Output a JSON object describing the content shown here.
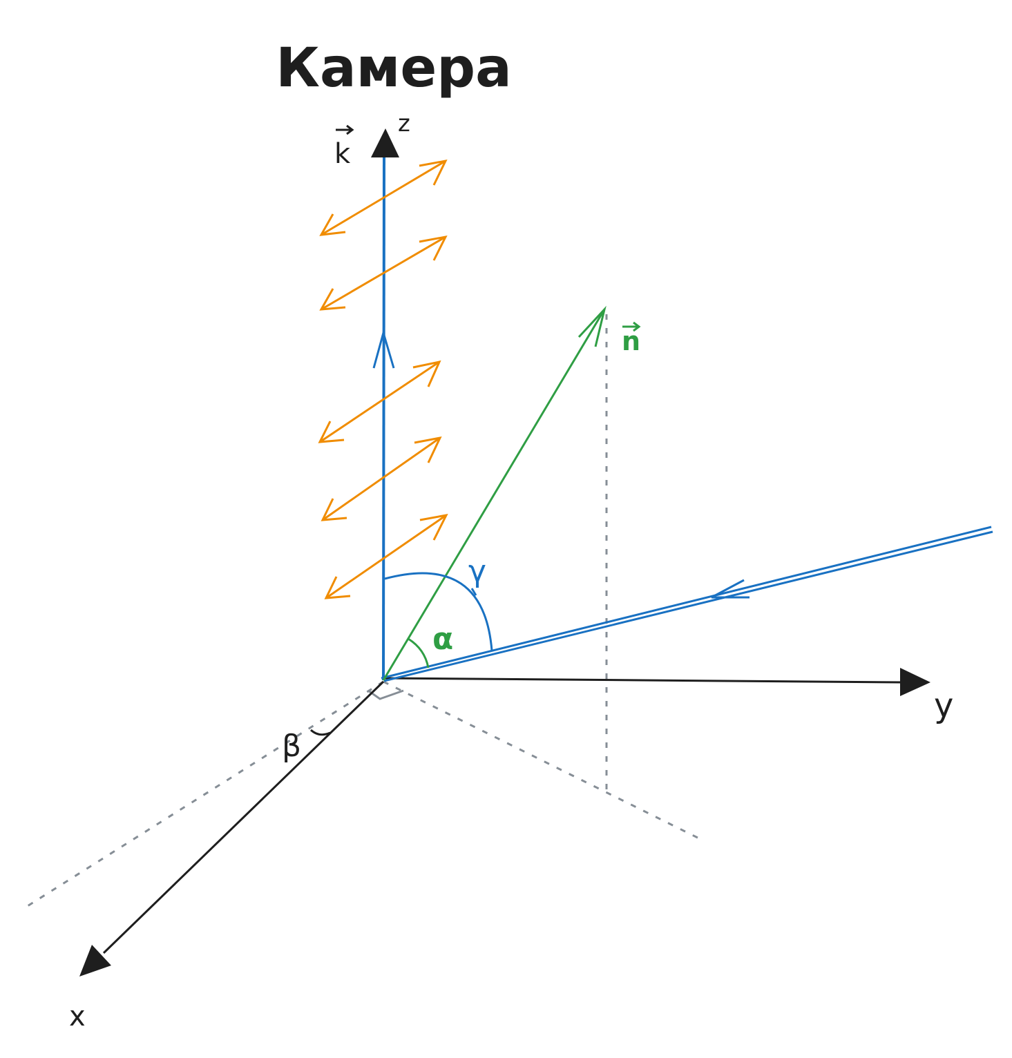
{
  "title": "Камера",
  "labels": {
    "z_axis": "z",
    "y_axis": "y",
    "x_axis": "x",
    "k_vector": "k",
    "n_vector": "n",
    "alpha": "α",
    "beta": "β",
    "gamma": "γ"
  },
  "colors": {
    "axis": "#1e1e1e",
    "incident_ray": "#1971c2",
    "normal": "#2f9e44",
    "polarization": "#f08c00",
    "guides": "#868e96",
    "background": "#ffffff"
  },
  "polarization_arrow_count": 5
}
